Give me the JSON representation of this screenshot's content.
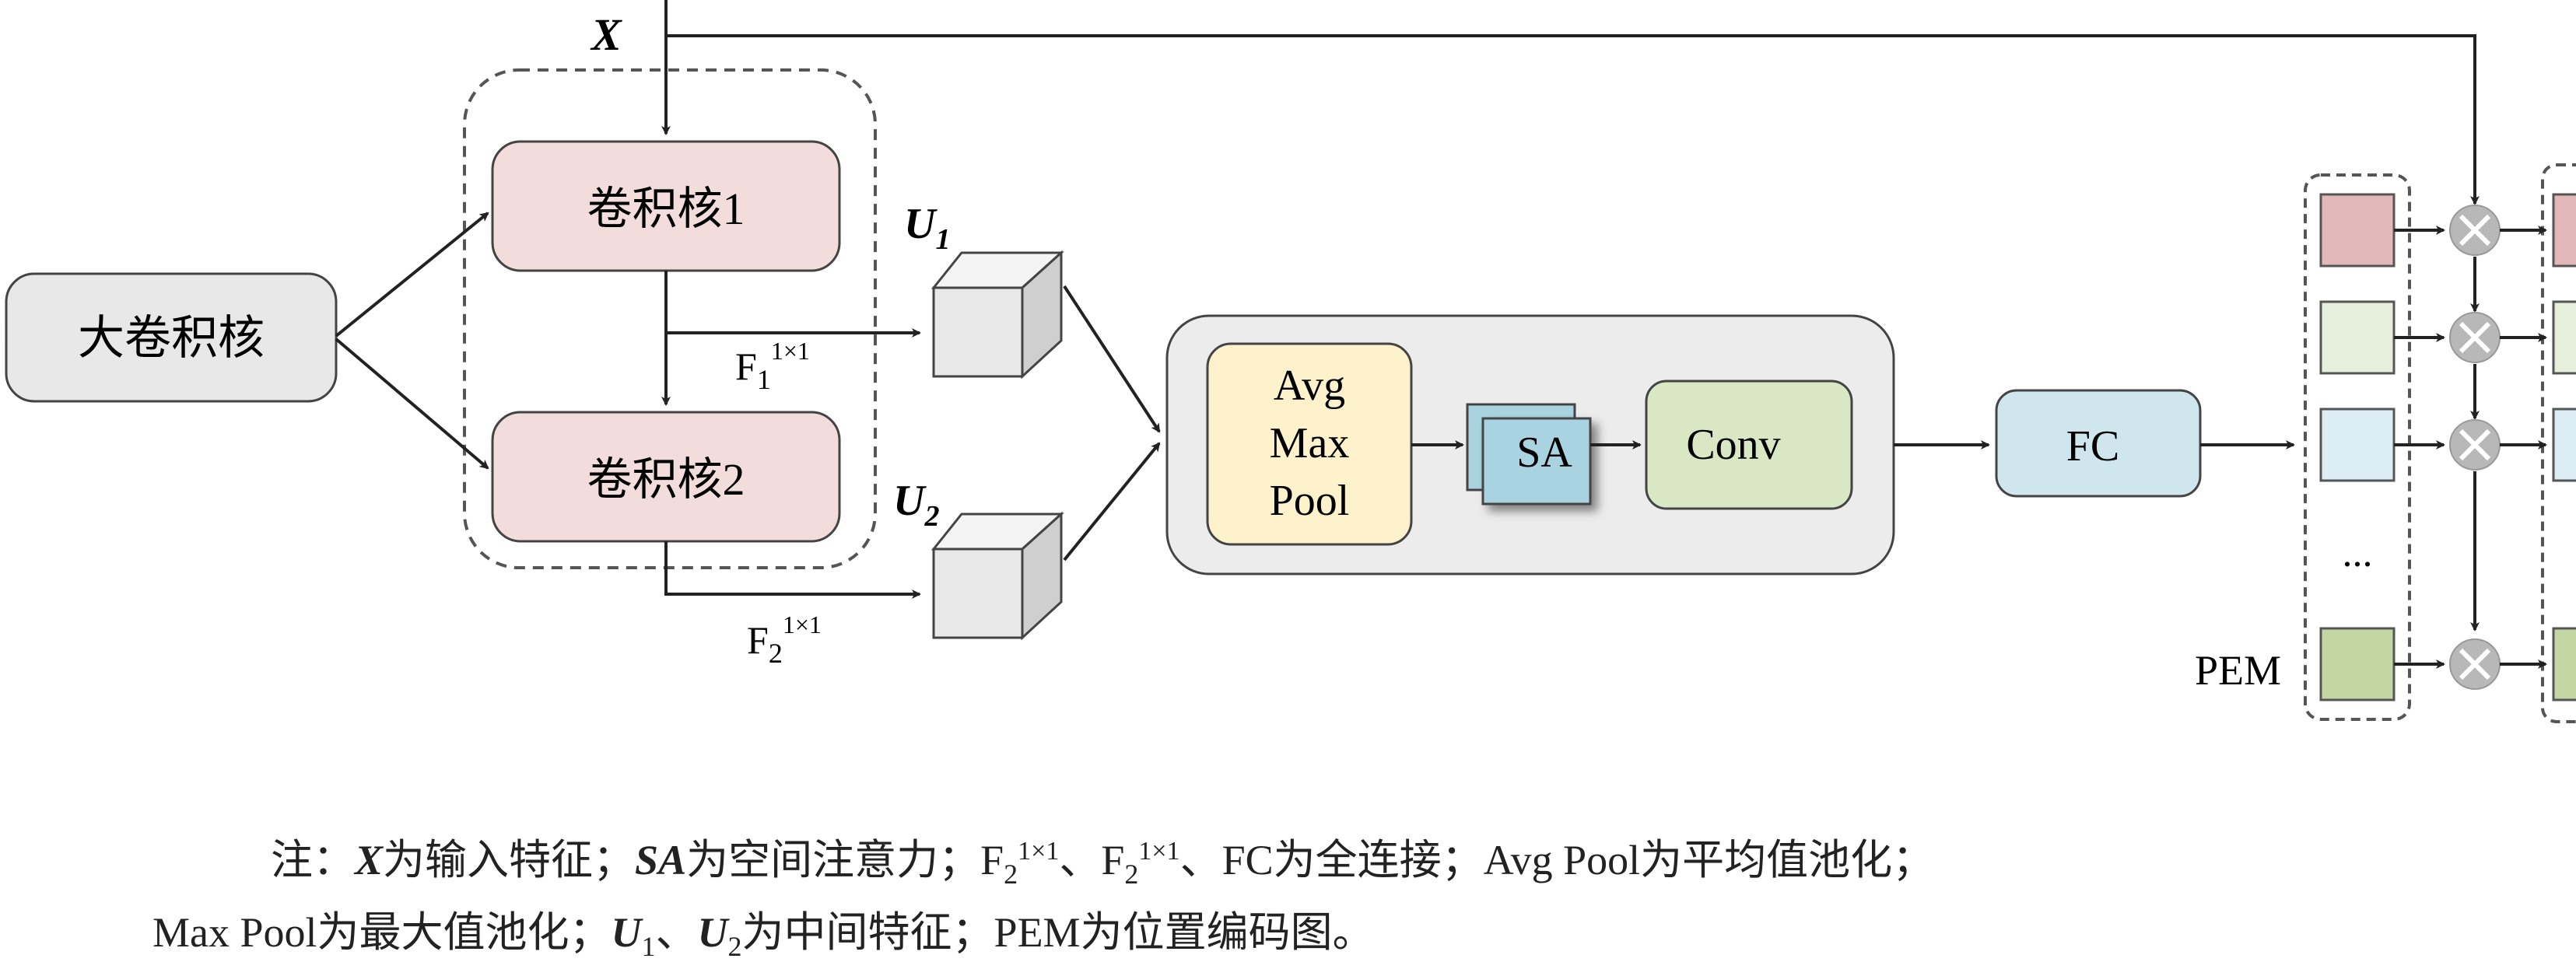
{
  "diagram": {
    "input_label": "X",
    "large_kernel": "大卷积核",
    "kernel1": "卷积核1",
    "kernel2": "卷积核2",
    "f1_base": "F",
    "f1_sub": "1",
    "f1_sup": "1×1",
    "f2_base": "F",
    "f2_sub": "2",
    "f2_sup": "1×1",
    "u1_base": "U",
    "u1_sub": "1",
    "u2_base": "U",
    "u2_sub": "2",
    "pool_lines": [
      "Avg",
      "Max",
      "Pool"
    ],
    "sa": "SA",
    "conv": "Conv",
    "fc": "FC",
    "ellipsis": "...",
    "pem": "PEM",
    "pem_colors": [
      "#e3b8b8",
      "#e6eedc",
      "#dcedf4",
      "#c3d6a4"
    ],
    "output_colors": [
      "#e3b8b8",
      "#e6eedc",
      "#dcedf4",
      "#c3d6a4"
    ],
    "colors": {
      "large_kernel_fill": "#e8e8e8",
      "kernel_fill": "#f3dcdc",
      "pool_fill": "#fdf2cc",
      "sa_fill": "#a9d3e0",
      "conv_fill": "#d9e7c4",
      "fc_fill": "#cfe6ef",
      "module_fill": "#ececec",
      "multiply_fill": "#b8b8b8"
    }
  },
  "caption": {
    "line1_prefix": "注：",
    "x": "X",
    "x_desc": "为输入特征；",
    "sa": "SA",
    "sa_desc": "为空间注意力；",
    "f1": "F",
    "f1_sub": "2",
    "f1_sup": "1×1",
    "sep1": "、",
    "f2": "F",
    "f2_sub": "2",
    "f2_sup": "1×1",
    "sep2": "、",
    "rest1": "FC为全连接；Avg Pool为平均值池化；",
    "line2_start": "Max Pool为最大值池化；",
    "u1": "U",
    "u1_sub": "1",
    "sep3": "、",
    "u2": "U",
    "u2_sub": "2",
    "rest2": "为中间特征；PEM为位置编码图。"
  }
}
